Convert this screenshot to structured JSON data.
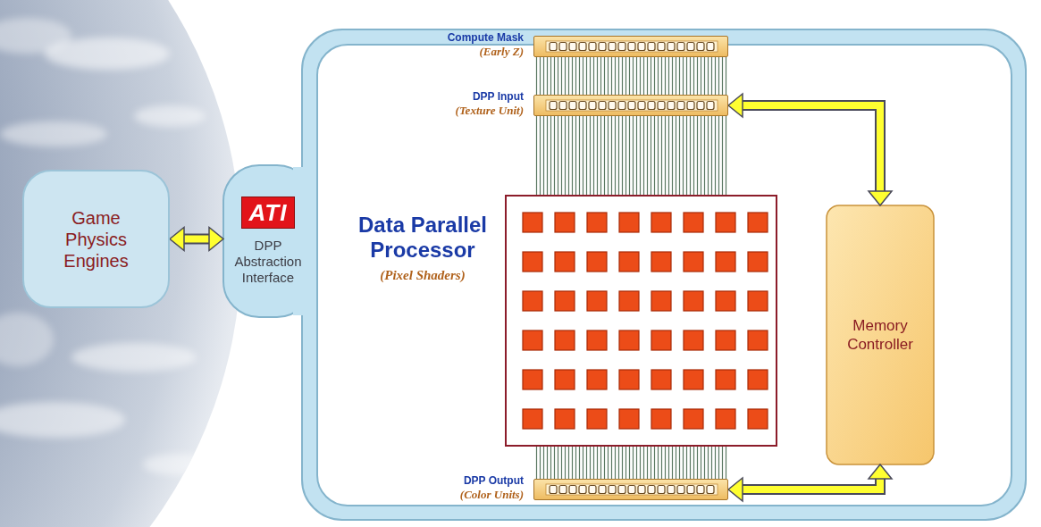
{
  "diagram": {
    "nodes": [
      {
        "text": [
          "Game Physics Engines"
        ]
      },
      {
        "text": [
          "ATI",
          "DPP Abstraction Interface"
        ]
      },
      {
        "text": [
          "Compute Mask",
          "(Early Z)"
        ]
      },
      {
        "text": [
          "DPP Input",
          "(Texture Unit)"
        ]
      },
      {
        "text": [
          "Data Parallel Processor",
          "(Pixel Shaders)"
        ]
      },
      {
        "text": [
          "DPP Output",
          "(Color Units)"
        ]
      },
      {
        "text": [
          "Memory Controller"
        ]
      }
    ],
    "edges": [
      {
        "from": 0,
        "to": 1,
        "arrow": "both"
      },
      {
        "from": 2,
        "to": 3,
        "arrow": "none"
      },
      {
        "from": 3,
        "to": 4,
        "arrow": "none"
      },
      {
        "from": 4,
        "to": 5,
        "arrow": "none"
      },
      {
        "from": 3,
        "to": 6,
        "arrow": "both"
      },
      {
        "from": 5,
        "to": 6,
        "arrow": "both"
      }
    ]
  }
}
